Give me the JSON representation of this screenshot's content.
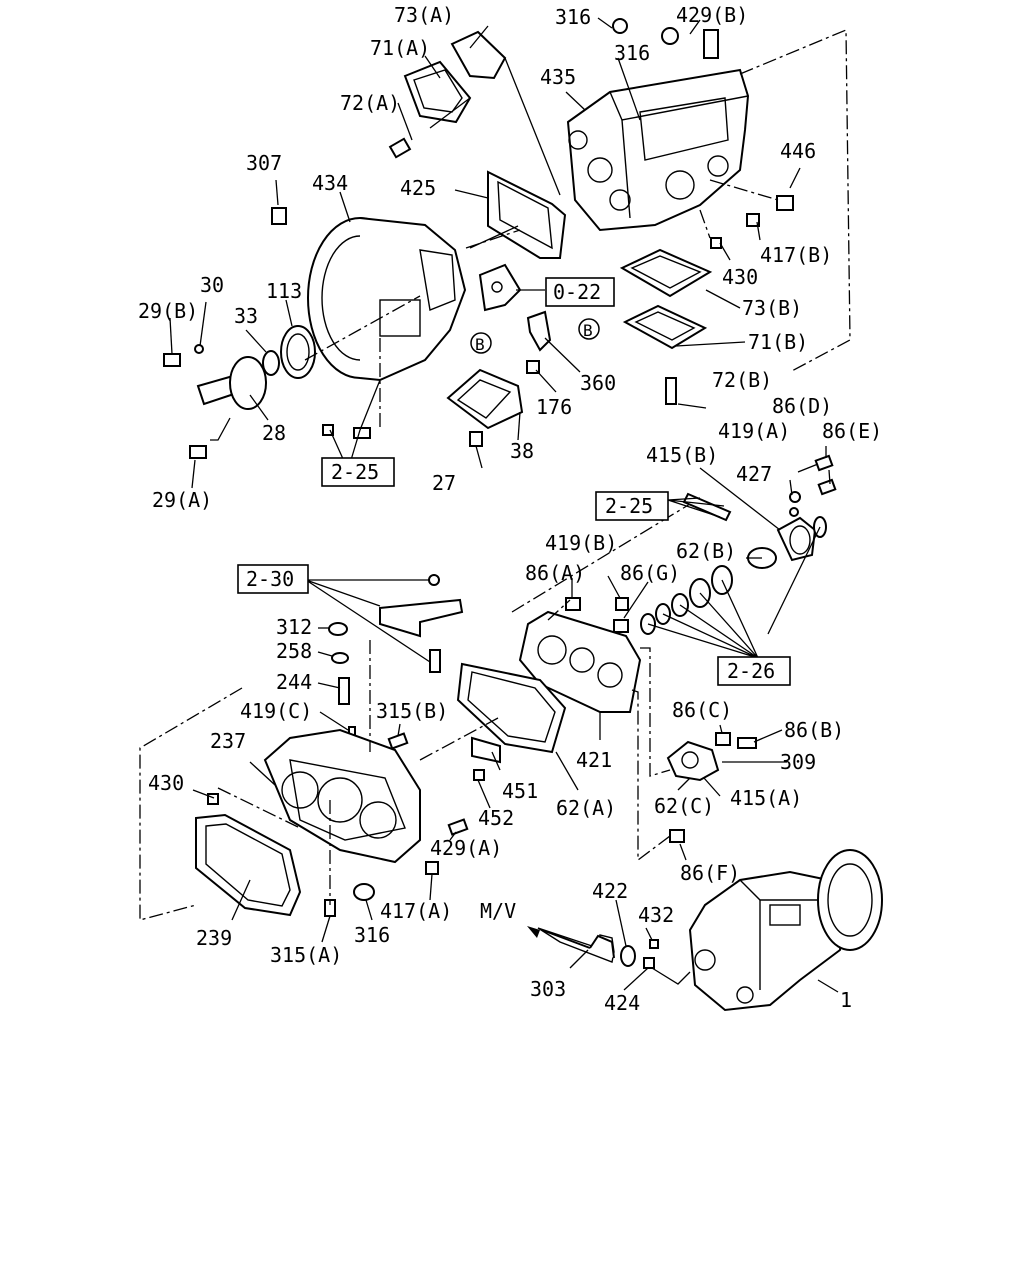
{
  "labels": {
    "p73a": "73(A)",
    "p316a": "316",
    "p429b": "429(B)",
    "p71a": "71(A)",
    "p316b": "316",
    "p435": "435",
    "p72a": "72(A)",
    "p307": "307",
    "p434": "434",
    "p425": "425",
    "p446": "446",
    "p417b": "417(B)",
    "p430a": "430",
    "p30": "30",
    "p113": "113",
    "p29b": "29(B)",
    "p33": "33",
    "p73b": "73(B)",
    "p71b": "71(B)",
    "p360": "360",
    "p176": "176",
    "p72b": "72(B)",
    "p28": "28",
    "p38": "38",
    "p27": "27",
    "p29a": "29(A)",
    "p86d": "86(D)",
    "p419a": "419(A)",
    "p86e": "86(E)",
    "p415b": "415(B)",
    "p427": "427",
    "p419b": "419(B)",
    "p62b": "62(B)",
    "p86a": "86(A)",
    "p86g": "86(G)",
    "p312": "312",
    "p258": "258",
    "p244": "244",
    "p419c": "419(C)",
    "p315b": "315(B)",
    "p237": "237",
    "p430b": "430",
    "p421": "421",
    "p86c": "86(C)",
    "p86b": "86(B)",
    "p309": "309",
    "p451": "451",
    "p452": "452",
    "p62a": "62(A)",
    "p62c": "62(C)",
    "p415a": "415(A)",
    "p429a": "429(A)",
    "p86f": "86(F)",
    "p239": "239",
    "p417a": "417(A)",
    "p316c": "316",
    "p315a": "315(A)",
    "p422": "422",
    "p432": "432",
    "pmv": "M/V",
    "p303": "303",
    "p424": "424",
    "p1": "1"
  },
  "refs": {
    "r022": "0-22",
    "r225a": "2-25",
    "r225b": "2-25",
    "r230": "2-30",
    "r226": "2-26"
  },
  "circled": {
    "b1": "B",
    "b2": "B"
  }
}
